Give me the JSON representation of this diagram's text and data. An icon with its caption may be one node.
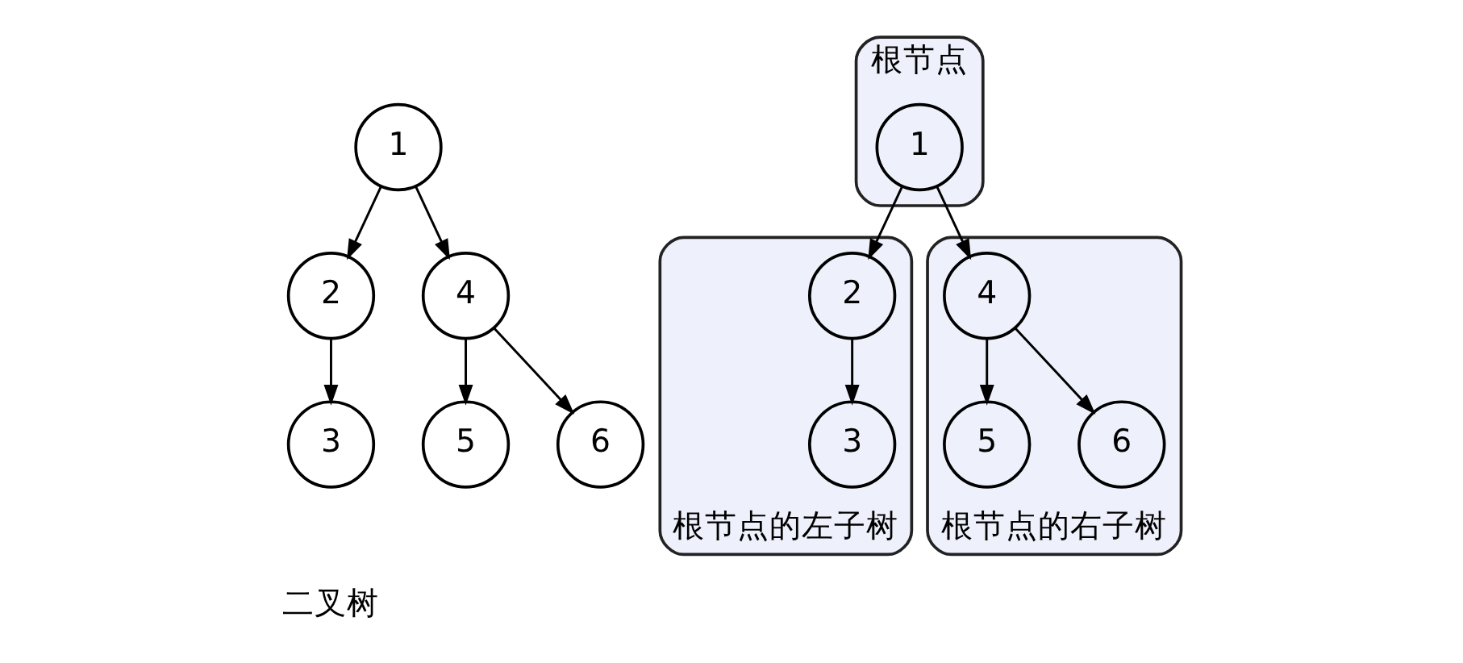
{
  "diagram": {
    "nodes": [
      {
        "text": [
          "1"
        ]
      },
      {
        "text": [
          "2"
        ]
      },
      {
        "text": [
          "4"
        ]
      },
      {
        "text": [
          "3"
        ]
      },
      {
        "text": [
          "5"
        ]
      },
      {
        "text": [
          "6"
        ]
      },
      {
        "text": [
          "根节点"
        ]
      },
      {
        "text": [
          "1"
        ],
        "in": 6
      },
      {
        "text": [
          "根节点的左子树"
        ]
      },
      {
        "text": [
          "2"
        ],
        "in": 8
      },
      {
        "text": [
          "3"
        ],
        "in": 8
      },
      {
        "text": [
          "根节点的右子树"
        ]
      },
      {
        "text": [
          "4"
        ],
        "in": 11
      },
      {
        "text": [
          "5"
        ],
        "in": 11
      },
      {
        "text": [
          "6"
        ],
        "in": 11
      }
    ],
    "edges": [
      {
        "from": 0,
        "to": 1,
        "arrow": "to"
      },
      {
        "from": 0,
        "to": 2,
        "arrow": "to"
      },
      {
        "from": 1,
        "to": 3,
        "arrow": "to"
      },
      {
        "from": 2,
        "to": 4,
        "arrow": "to"
      },
      {
        "from": 2,
        "to": 5,
        "arrow": "to"
      },
      {
        "from": 7,
        "to": 9,
        "arrow": "to"
      },
      {
        "from": 7,
        "to": 12,
        "arrow": "to"
      },
      {
        "from": 9,
        "to": 10,
        "arrow": "to"
      },
      {
        "from": 12,
        "to": 13,
        "arrow": "to"
      },
      {
        "from": 12,
        "to": 14,
        "arrow": "to"
      }
    ],
    "labels": [
      "二叉树"
    ]
  }
}
